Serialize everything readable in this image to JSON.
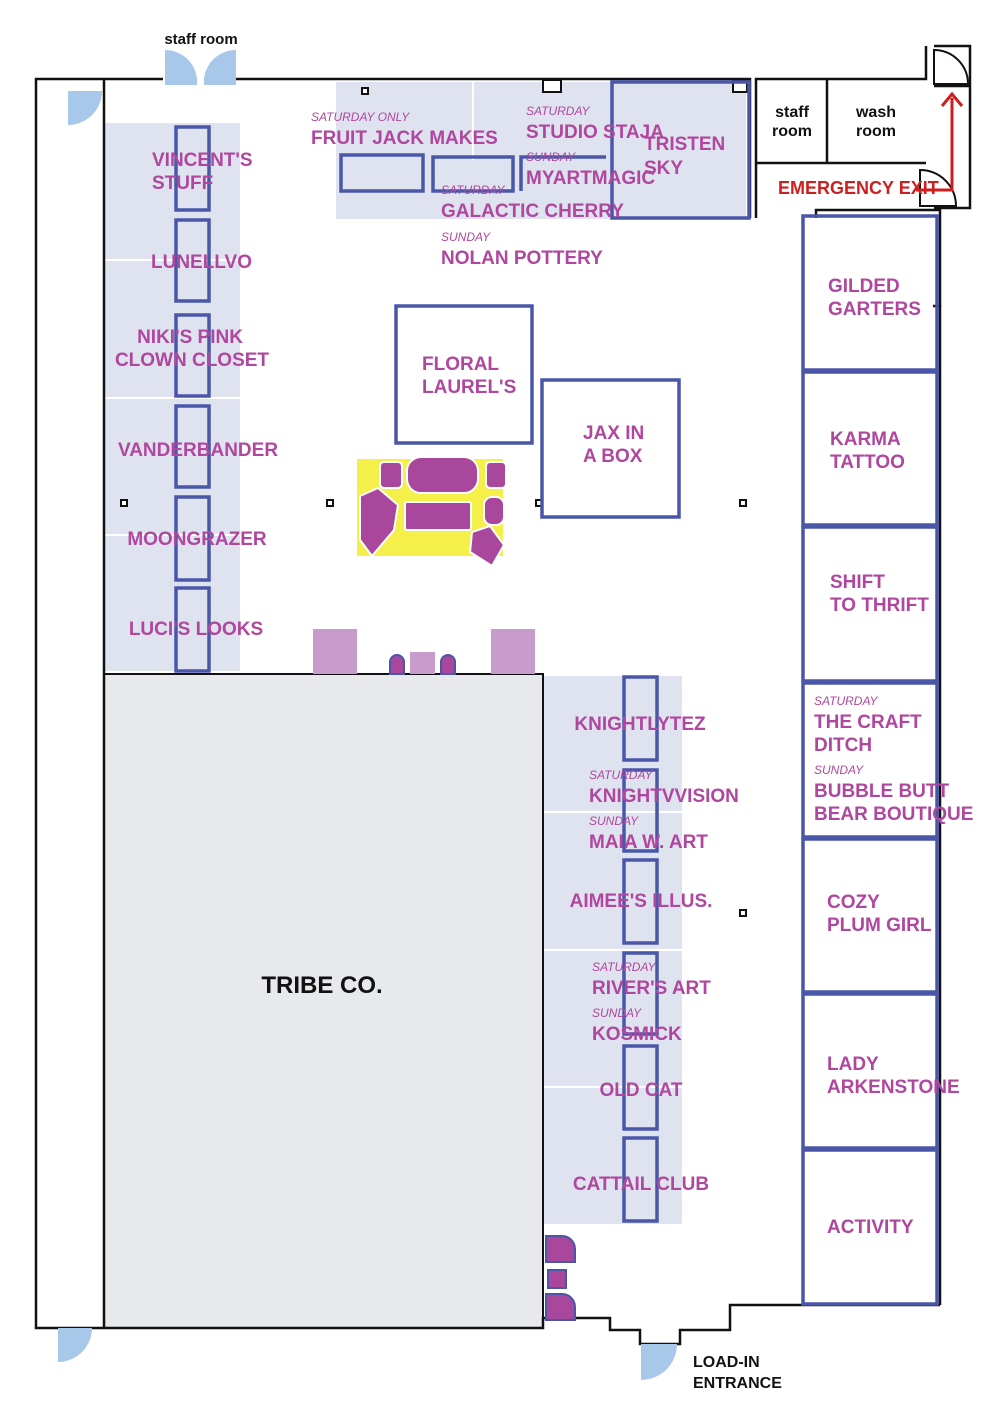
{
  "colors": {
    "wall": "#111111",
    "stall_outline": "#4a57a8",
    "vendor_text": "#b0479e",
    "zone_fill": "#dfe2ef",
    "big_room_fill": "#e8e9ec",
    "door": "#a8c8ea",
    "exit": "#cc1f1f",
    "yellow": "#f5ef4a",
    "purple": "#a8479c",
    "light_purple": "#c79ccd"
  },
  "rooms": {
    "staff_room_top": "staff room",
    "staff_room": [
      "staff",
      "room"
    ],
    "wash_room": [
      "wash",
      "room"
    ],
    "emergency_exit": "EMERGENCY EXIT",
    "load_in": [
      "LOAD-IN",
      "ENTRANCE"
    ],
    "tribe": "TRIBE CO."
  },
  "top_vendors": {
    "fruit_jack": {
      "day": "SATURDAY ONLY",
      "name": "FRUIT JACK MAKES"
    },
    "studio_staja": {
      "day": "SATURDAY",
      "name": "STUDIO STAJA"
    },
    "myartmagic": {
      "day": "SUNDAY",
      "name": "MYARTMAGIC"
    },
    "tristen_sky": [
      "TRISTEN",
      "SKY"
    ],
    "galactic_cherry": {
      "day": "SATURDAY",
      "name": "GALACTIC CHERRY"
    },
    "nolan_pottery": {
      "day": "SUNDAY",
      "name": "NOLAN POTTERY"
    }
  },
  "left_vendors": {
    "vincents": [
      "VINCENT'S",
      "STUFF"
    ],
    "lunellvo": "LUNELLVO",
    "nikis": [
      "NIKI'S PINK",
      "CLOWN CLOSET"
    ],
    "vanderbander": "VANDERBANDER",
    "moongrazer": "MOONGRAZER",
    "lucis": "LUCI'S LOOKS"
  },
  "center_vendors": {
    "floral": [
      "FLORAL",
      "LAUREL'S"
    ],
    "jax": [
      "JAX IN",
      "A BOX"
    ]
  },
  "middle_vendors": {
    "knightlytez": "KNIGHTLYTEZ",
    "knightvvision": {
      "day": "SATURDAY",
      "name": "KNIGHTVVISION"
    },
    "maia": {
      "day": "SUNDAY",
      "name": "MAIA W. ART"
    },
    "aimees": "AIMEE'S ILLUS.",
    "rivers": {
      "day": "SATURDAY",
      "name": "RIVER'S ART"
    },
    "kosmick": {
      "day": "SUNDAY",
      "name": "KOSMICK"
    },
    "old_cat": "OLD CAT",
    "cattail": "CATTAIL CLUB"
  },
  "right_vendors": {
    "gilded": [
      "GILDED",
      "GARTERS"
    ],
    "karma": [
      "KARMA",
      "TATTOO"
    ],
    "shift": [
      "SHIFT",
      "TO THRIFT"
    ],
    "craft_ditch": {
      "day": "SATURDAY",
      "name": [
        "THE CRAFT",
        "DITCH"
      ]
    },
    "bubble_butt": {
      "day": "SUNDAY",
      "name": [
        "BUBBLE BUTT",
        "BEAR BOUTIQUE"
      ]
    },
    "cozy": [
      "COZY",
      "PLUM GIRL"
    ],
    "lady": [
      "LADY",
      "ARKENSTONE"
    ],
    "activity": "ACTIVITY"
  }
}
